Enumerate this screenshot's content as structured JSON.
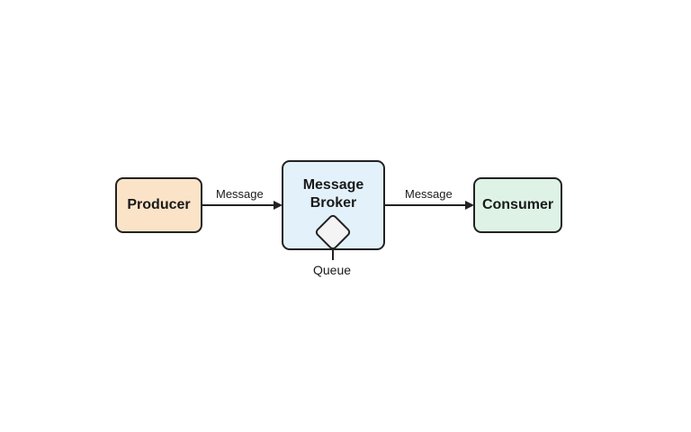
{
  "nodes": {
    "producer": {
      "label": "Producer",
      "fill": "#fbe3c8"
    },
    "broker": {
      "label_line1": "Message",
      "label_line2": "Broker",
      "fill": "#e3f1fb"
    },
    "consumer": {
      "label": "Consumer",
      "fill": "#def2e6"
    }
  },
  "edges": [
    {
      "from": "producer",
      "to": "broker",
      "label": "Message"
    },
    {
      "from": "broker",
      "to": "consumer",
      "label": "Message"
    }
  ],
  "queue": {
    "label": "Queue",
    "icon": "diamond-icon"
  },
  "colors": {
    "stroke": "#222222",
    "queue_fill": "#f4f4f4"
  }
}
